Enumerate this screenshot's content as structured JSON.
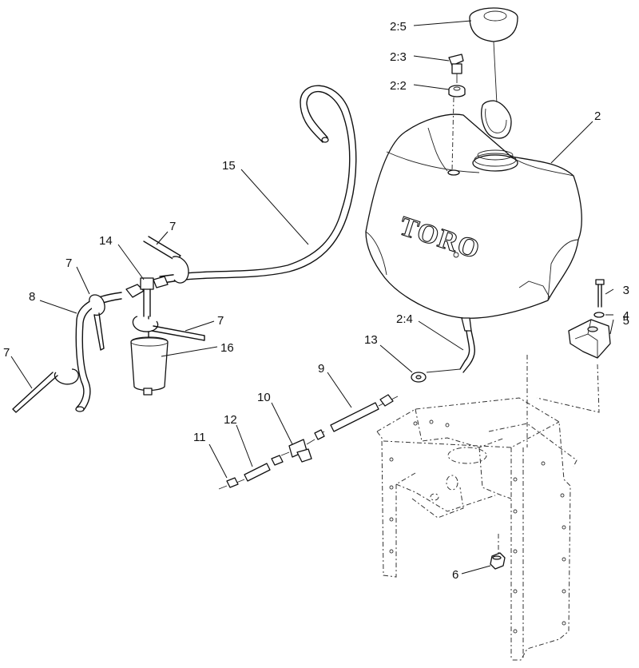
{
  "brand_logo": "TORO",
  "callouts": [
    {
      "id": "2:5",
      "label": "2:5"
    },
    {
      "id": "2:3",
      "label": "2:3"
    },
    {
      "id": "2:2",
      "label": "2:2"
    },
    {
      "id": "2",
      "label": "2"
    },
    {
      "id": "15",
      "label": "15"
    },
    {
      "id": "7a",
      "label": "7"
    },
    {
      "id": "14",
      "label": "14"
    },
    {
      "id": "7b",
      "label": "7"
    },
    {
      "id": "8",
      "label": "8"
    },
    {
      "id": "7c",
      "label": "7"
    },
    {
      "id": "7d",
      "label": "7"
    },
    {
      "id": "16",
      "label": "16"
    },
    {
      "id": "3",
      "label": "3"
    },
    {
      "id": "4",
      "label": "4"
    },
    {
      "id": "5",
      "label": "5"
    },
    {
      "id": "2:4",
      "label": "2:4"
    },
    {
      "id": "13",
      "label": "13"
    },
    {
      "id": "9",
      "label": "9"
    },
    {
      "id": "10",
      "label": "10"
    },
    {
      "id": "12",
      "label": "12"
    },
    {
      "id": "11",
      "label": "11"
    },
    {
      "id": "6",
      "label": "6"
    }
  ]
}
